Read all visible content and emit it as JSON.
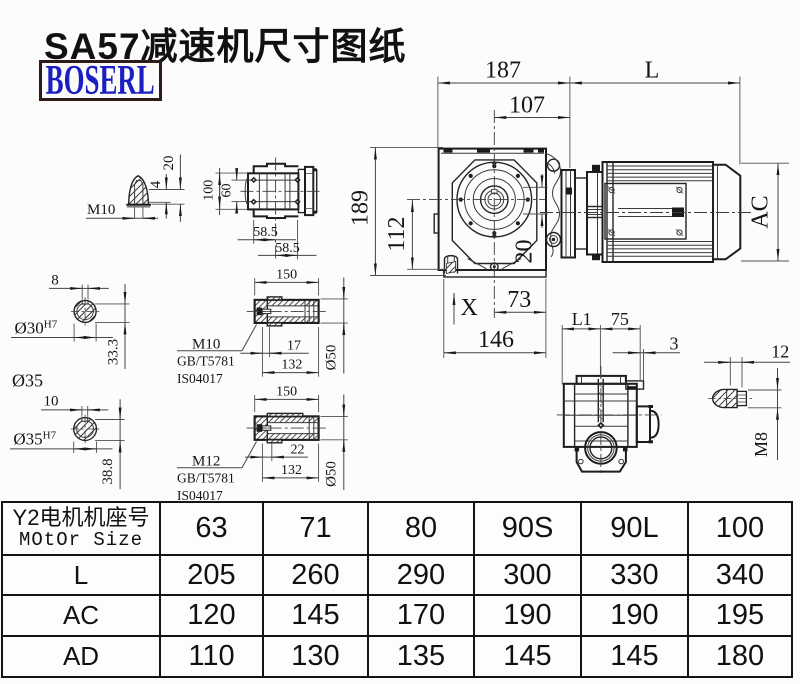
{
  "page": {
    "title": "SA57减速机尺寸图纸"
  },
  "logo": {
    "text": "BOSERL"
  },
  "colors": {
    "logo_text": "#1b1fc1",
    "logo_border": "#2d1c17",
    "line": "#1c1c1c",
    "background": "#fcfcfc"
  },
  "views": {
    "shaft_cap": {
      "thread": "M10",
      "cap_height": "4",
      "cap_length": "20"
    },
    "gearbox_top": {
      "flange_width": "100",
      "body_width": "60",
      "half_left": "58.5",
      "half_right": "58.5"
    },
    "main": {
      "gearbox_length": "187",
      "motor_length": "L",
      "flange_to_center": "107",
      "total_height": "189",
      "axis_height": "112",
      "shaft_offset": "20",
      "center_to_face": "73",
      "base_length": "146",
      "direction_mark": "X",
      "motor_diameter": "AC"
    },
    "bore_30": {
      "keyway_width": "8",
      "diameter": "Ø30",
      "tolerance": "H7",
      "keyway_depth": "33.3"
    },
    "shaft_note": "Ø35",
    "bore_35": {
      "keyway_width": "10",
      "diameter": "Ø35",
      "tolerance": "H7",
      "keyway_depth": "38.8"
    },
    "sleeve_1": {
      "length": "150",
      "bolt_depth": "17",
      "inner_length": "132",
      "diameter": "Ø50",
      "thread": "M10",
      "standard_gb": "GB/T5781",
      "standard_iso": "IS04017"
    },
    "sleeve_2": {
      "length": "150",
      "bolt_depth": "22",
      "inner_length": "132",
      "diameter": "Ø50",
      "thread": "M12",
      "standard_gb": "GB/T5781",
      "standard_iso": "IS04017"
    },
    "rear_view": {
      "dim_l1": "L1",
      "dim_75": "75",
      "dim_3": "3"
    },
    "bolt_detail": {
      "length": "12",
      "thread": "M8"
    }
  },
  "table": {
    "header_line1": "Y2电机机座号",
    "header_line2": "MOtOr Size",
    "columns": [
      "63",
      "71",
      "80",
      "90S",
      "90L",
      "100"
    ],
    "rows": [
      {
        "label": "L",
        "values": [
          "205",
          "260",
          "290",
          "300",
          "330",
          "340"
        ]
      },
      {
        "label": "AC",
        "values": [
          "120",
          "145",
          "170",
          "190",
          "190",
          "195"
        ]
      },
      {
        "label": "AD",
        "values": [
          "110",
          "130",
          "135",
          "145",
          "145",
          "180"
        ]
      }
    ]
  }
}
